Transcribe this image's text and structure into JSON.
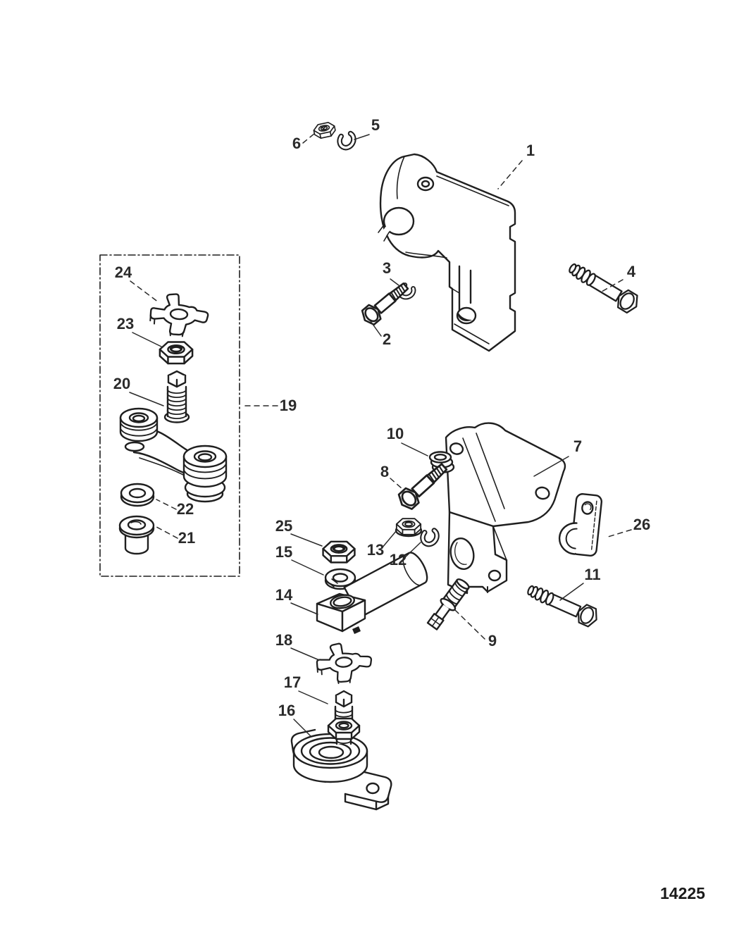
{
  "figure": {
    "number": "14225"
  },
  "callouts": [
    {
      "num": "1"
    },
    {
      "num": "2"
    },
    {
      "num": "3"
    },
    {
      "num": "4"
    },
    {
      "num": "5"
    },
    {
      "num": "6"
    },
    {
      "num": "7"
    },
    {
      "num": "8"
    },
    {
      "num": "9"
    },
    {
      "num": "10"
    },
    {
      "num": "11"
    },
    {
      "num": "12"
    },
    {
      "num": "13"
    },
    {
      "num": "14"
    },
    {
      "num": "15"
    },
    {
      "num": "16"
    },
    {
      "num": "17"
    },
    {
      "num": "18"
    },
    {
      "num": "19"
    },
    {
      "num": "20"
    },
    {
      "num": "21"
    },
    {
      "num": "22"
    },
    {
      "num": "23"
    },
    {
      "num": "24"
    },
    {
      "num": "25"
    },
    {
      "num": "26"
    }
  ]
}
